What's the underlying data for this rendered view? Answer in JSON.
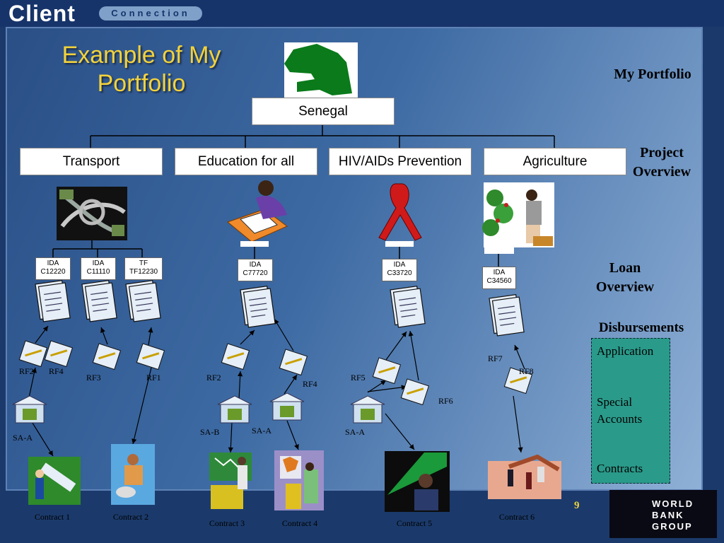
{
  "brand": {
    "client": "Client",
    "connection": "Connection"
  },
  "title": "Example of My Portfolio",
  "country": "Senegal",
  "sectors": [
    "Transport",
    "Education for all",
    "HIV/AIDs Prevention",
    "Agriculture"
  ],
  "side_labels": {
    "portfolio": "My Portfolio",
    "project": "Project Overview",
    "loan": "Loan Overview",
    "disbursements": "Disbursements"
  },
  "loans": [
    {
      "l1": "IDA",
      "l2": "C12220"
    },
    {
      "l1": "IDA",
      "l2": "C11110"
    },
    {
      "l1": "TF",
      "l2": "TF12230"
    },
    {
      "l1": "IDA",
      "l2": "C77720"
    },
    {
      "l1": "IDA",
      "l2": "C33720"
    },
    {
      "l1": "IDA",
      "l2": "C34560"
    }
  ],
  "rf_labels": {
    "t_rf2": "RF2",
    "t_rf4": "RF4",
    "t_rf3": "RF3",
    "t_rf1": "RF1",
    "e_rf2": "RF2",
    "e_rf4": "RF4",
    "h_rf5": "RF5",
    "h_rf6": "RF6",
    "a_rf7": "RF7",
    "a_rf8": "RF8"
  },
  "sa_labels": {
    "t_sa": "SA-A",
    "e_sab": "SA-B",
    "e_saa": "SA-A",
    "h_sa": "SA-A"
  },
  "contracts": [
    "Contract 1",
    "Contract 2",
    "Contract 3",
    "Contract 4",
    "Contract 5",
    "Contract 6"
  ],
  "disbursement_types": [
    "Application",
    "Special Accounts",
    "Contracts"
  ],
  "page_number": "9",
  "logo": {
    "line1": "WORLD",
    "line2": "BANK",
    "line3": "GROUP"
  },
  "colors": {
    "title": "#f2d23c",
    "panel": "#3d6aa3",
    "disbursements_box": "#2a9a8a"
  }
}
